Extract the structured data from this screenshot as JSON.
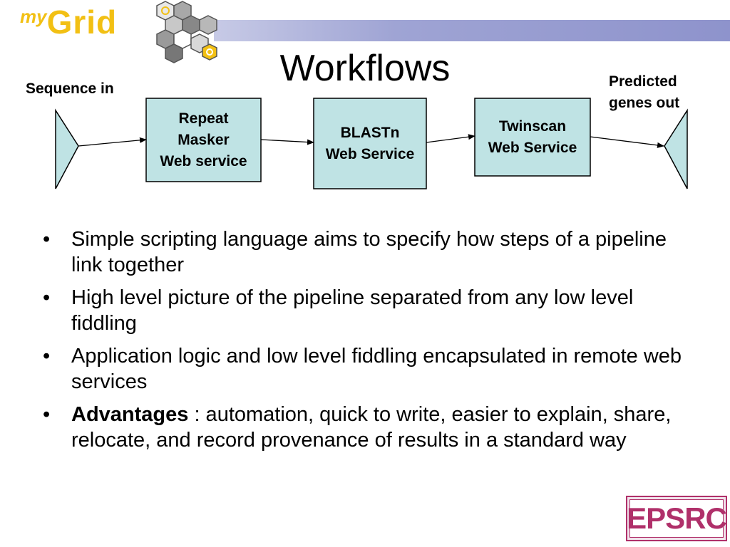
{
  "logo": {
    "prefix": "my",
    "name": "Grid",
    "brand_color": "#f2c014"
  },
  "title": "Workflows",
  "diagram": {
    "input_label": "Sequence in",
    "output_label_line1": "Predicted",
    "output_label_line2": "genes out",
    "steps": [
      {
        "lines": [
          "Repeat",
          "Masker",
          "Web service"
        ]
      },
      {
        "lines": [
          "BLASTn",
          "Web Service"
        ]
      },
      {
        "lines": [
          "Twinscan",
          "Web Service"
        ]
      }
    ],
    "box_fill": "#bfe3e4"
  },
  "bullets": [
    {
      "text": "Simple scripting language aims to specify how steps of a pipeline link together"
    },
    {
      "text": "High level picture of the pipeline separated from any low level fiddling"
    },
    {
      "text": "Application logic and low level fiddling encapsulated in remote web services"
    },
    {
      "bold": "Advantages",
      "text": " : automation, quick to write, easier to explain, share, relocate, and record provenance of results in a standard way"
    }
  ],
  "footer_logo": {
    "text": "EPSRC",
    "color": "#b0306a"
  }
}
